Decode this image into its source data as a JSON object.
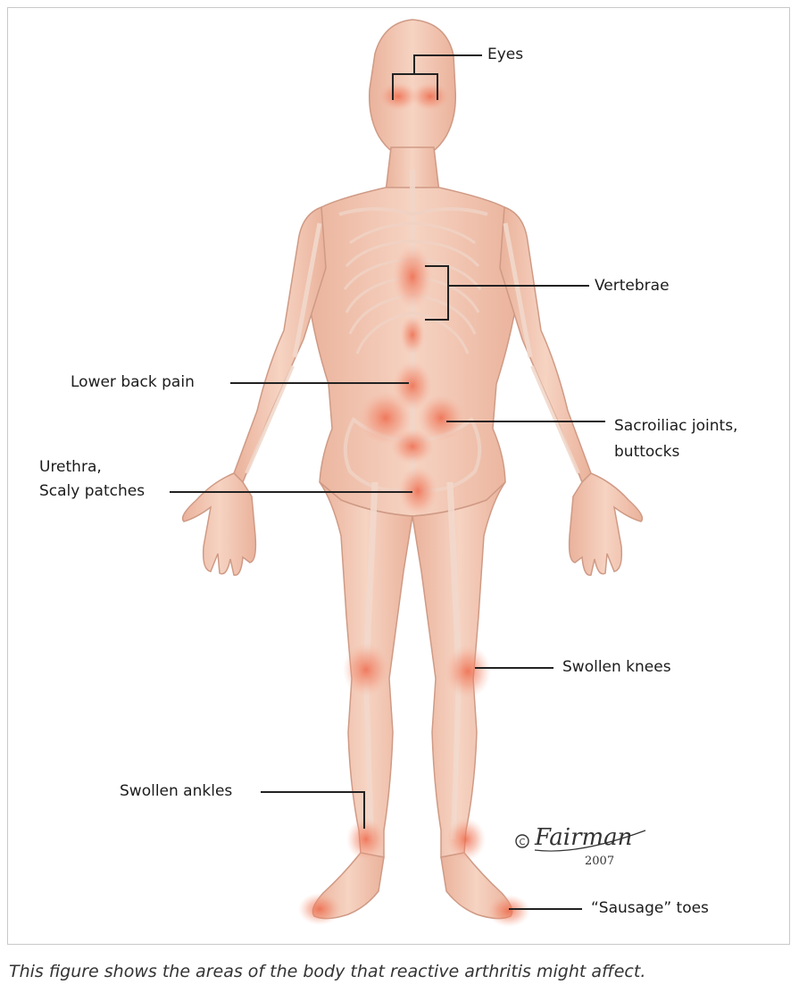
{
  "labels": {
    "eyes": "Eyes",
    "vertebrae": "Vertebrae",
    "lower_back": "Lower back pain",
    "sacroiliac_line1": "Sacroiliac joints,",
    "sacroiliac_line2": "buttocks",
    "urethra_line1": "Urethra,",
    "urethra_line2": "Scaly patches",
    "knees": "Swollen knees",
    "ankles": "Swollen ankles",
    "toes": "“Sausage” toes"
  },
  "signature": {
    "name": "Fairman",
    "year": "2007"
  },
  "caption": "This figure shows the areas of the body that reactive arthritis might affect.",
  "colors": {
    "skin": "#f3c6b0",
    "skin_outline": "#cf9a85",
    "bone": "#f8e4da",
    "inflammation": "#f07a5c",
    "line": "#222222"
  }
}
